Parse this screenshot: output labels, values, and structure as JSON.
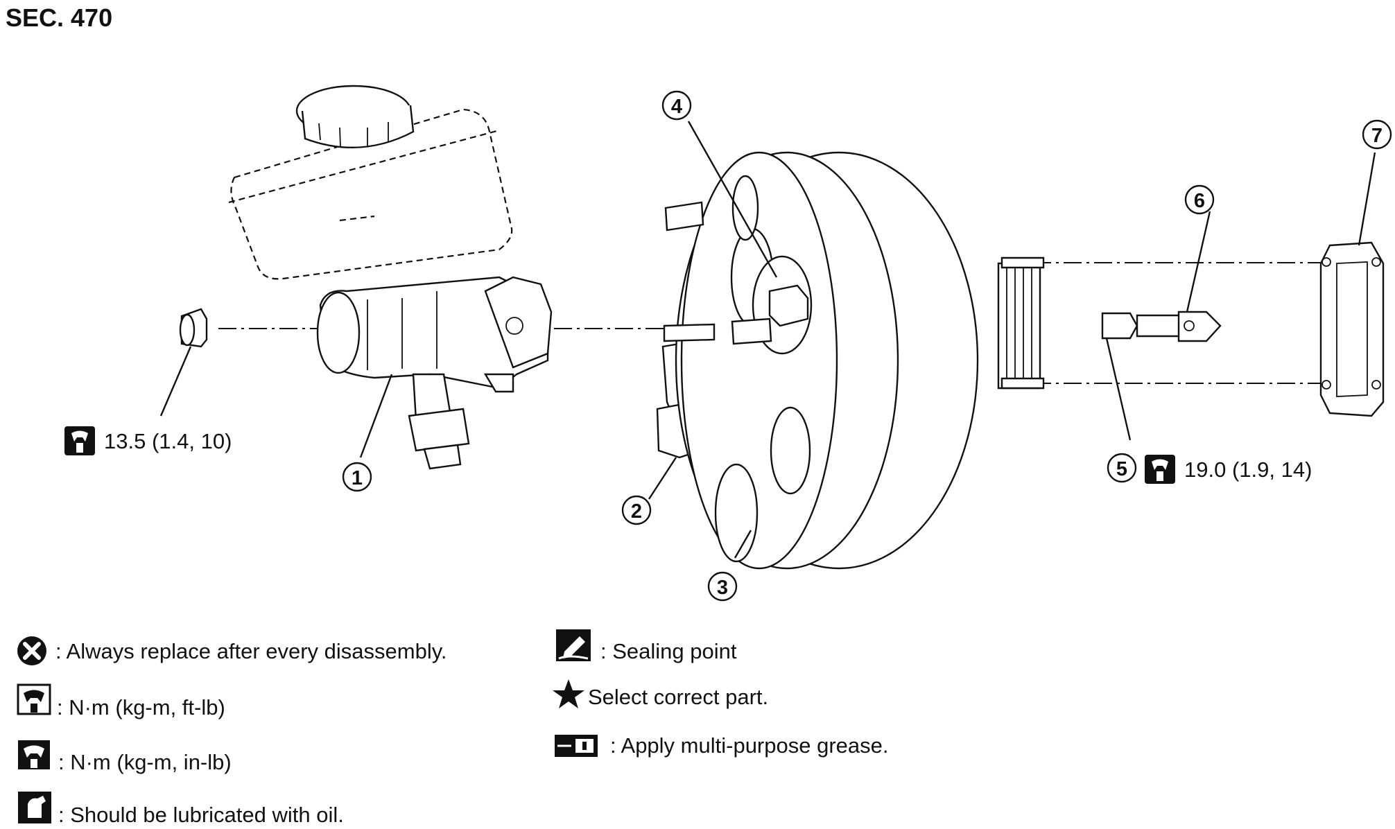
{
  "section_title": "SEC. 470",
  "callouts": [
    {
      "num": "1"
    },
    {
      "num": "2"
    },
    {
      "num": "3"
    },
    {
      "num": "4"
    },
    {
      "num": "5"
    },
    {
      "num": "6"
    },
    {
      "num": "7"
    }
  ],
  "torque_specs": {
    "master_cylinder_nut": "13.5 (1.4, 10)",
    "booster_nut": "19.0 (1.9, 14)"
  },
  "legend": {
    "left": [
      {
        "icon": "replace-x-icon",
        "text": ": Always replace after every disassembly."
      },
      {
        "icon": "torque-wrench-icon",
        "text": ": N·m (kg-m, ft-lb)"
      },
      {
        "icon": "torque-wrench-filled-icon",
        "text": ": N·m (kg-m, in-lb)"
      },
      {
        "icon": "oil-can-icon",
        "text": ": Should be lubricated with oil."
      }
    ],
    "right": [
      {
        "icon": "sealant-icon",
        "text": ": Sealing point"
      },
      {
        "icon": "star-icon",
        "text": " Select correct part."
      },
      {
        "icon": "grease-gun-icon",
        "text": ": Apply multi-purpose grease."
      }
    ]
  }
}
